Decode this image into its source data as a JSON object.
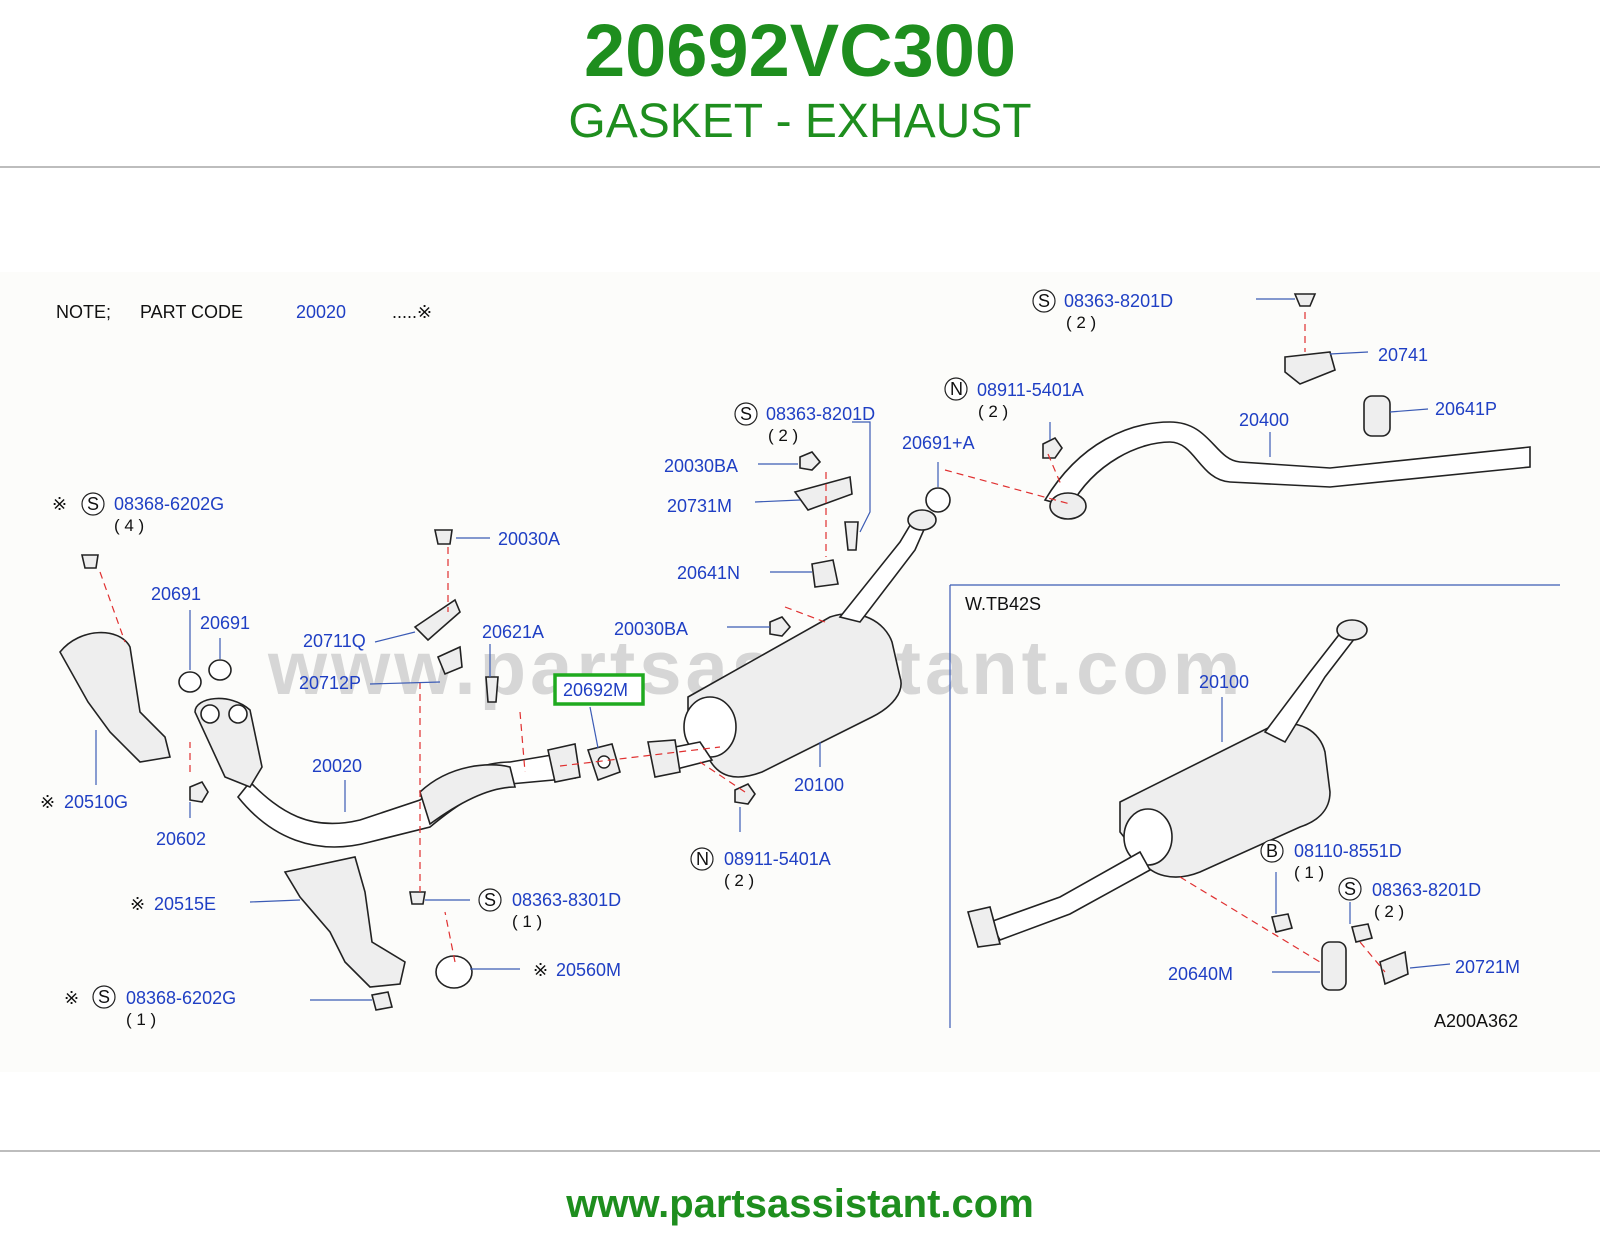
{
  "header": {
    "part_number": "20692VC300",
    "part_name": "GASKET - EXHAUST"
  },
  "diagram": {
    "note": {
      "label": "NOTE;",
      "part_code_label": "PART  CODE",
      "part_code": "20020",
      "marker": ".....※"
    },
    "watermark": "www.partsassistant.com",
    "inset_title": "W.TB42S",
    "figure_code": "A200A362",
    "highlighted_part": "20692M",
    "callouts": {
      "c_08363_8201D_a": {
        "prefix": "S",
        "code": "08363-8201D",
        "qty": "( 2 )"
      },
      "c_08911_5401A_a": {
        "prefix": "N",
        "code": "08911-5401A",
        "qty": "( 2 )"
      },
      "c_08363_8201D_b": {
        "prefix": "S",
        "code": "08363-8201D",
        "qty": "( 2 )"
      },
      "c_08368_6202G_a": {
        "prefix": "S",
        "code": "08368-6202G",
        "qty": "( 4 )",
        "mark": "※"
      },
      "c_08911_5401A_b": {
        "prefix": "N",
        "code": "08911-5401A",
        "qty": "( 2 )"
      },
      "c_08363_8301D": {
        "prefix": "S",
        "code": "08363-8301D",
        "qty": "( 1 )"
      },
      "c_08368_6202G_b": {
        "prefix": "S",
        "code": "08368-6202G",
        "qty": "( 1 )",
        "mark": "※"
      },
      "c_08110_8551D": {
        "prefix": "B",
        "code": "08110-8551D",
        "qty": "( 1 )"
      },
      "c_08363_8201D_c": {
        "prefix": "S",
        "code": "08363-8201D",
        "qty": "( 2 )"
      }
    },
    "labels": {
      "p20741": "20741",
      "p20641P": "20641P",
      "p20400": "20400",
      "p20691A": "20691+A",
      "p20030BA_a": "20030BA",
      "p20731M": "20731M",
      "p20641N": "20641N",
      "p20030BA_b": "20030BA",
      "p20030A": "20030A",
      "p20691_a": "20691",
      "p20691_b": "20691",
      "p20711Q": "20711Q",
      "p20621A": "20621A",
      "p20712P": "20712P",
      "p20692M": "20692M",
      "p20510G": "20510G",
      "p20020": "20020",
      "p20100_a": "20100",
      "p20602": "20602",
      "p20515E": "20515E",
      "p20560M": "20560M",
      "p20100_b": "20100",
      "p20640M": "20640M",
      "p20721M": "20721M"
    },
    "marks": {
      "m20510G": "※",
      "m20515E": "※",
      "m20560M": "※"
    }
  },
  "footer": {
    "url": "www.partsassistant.com"
  }
}
